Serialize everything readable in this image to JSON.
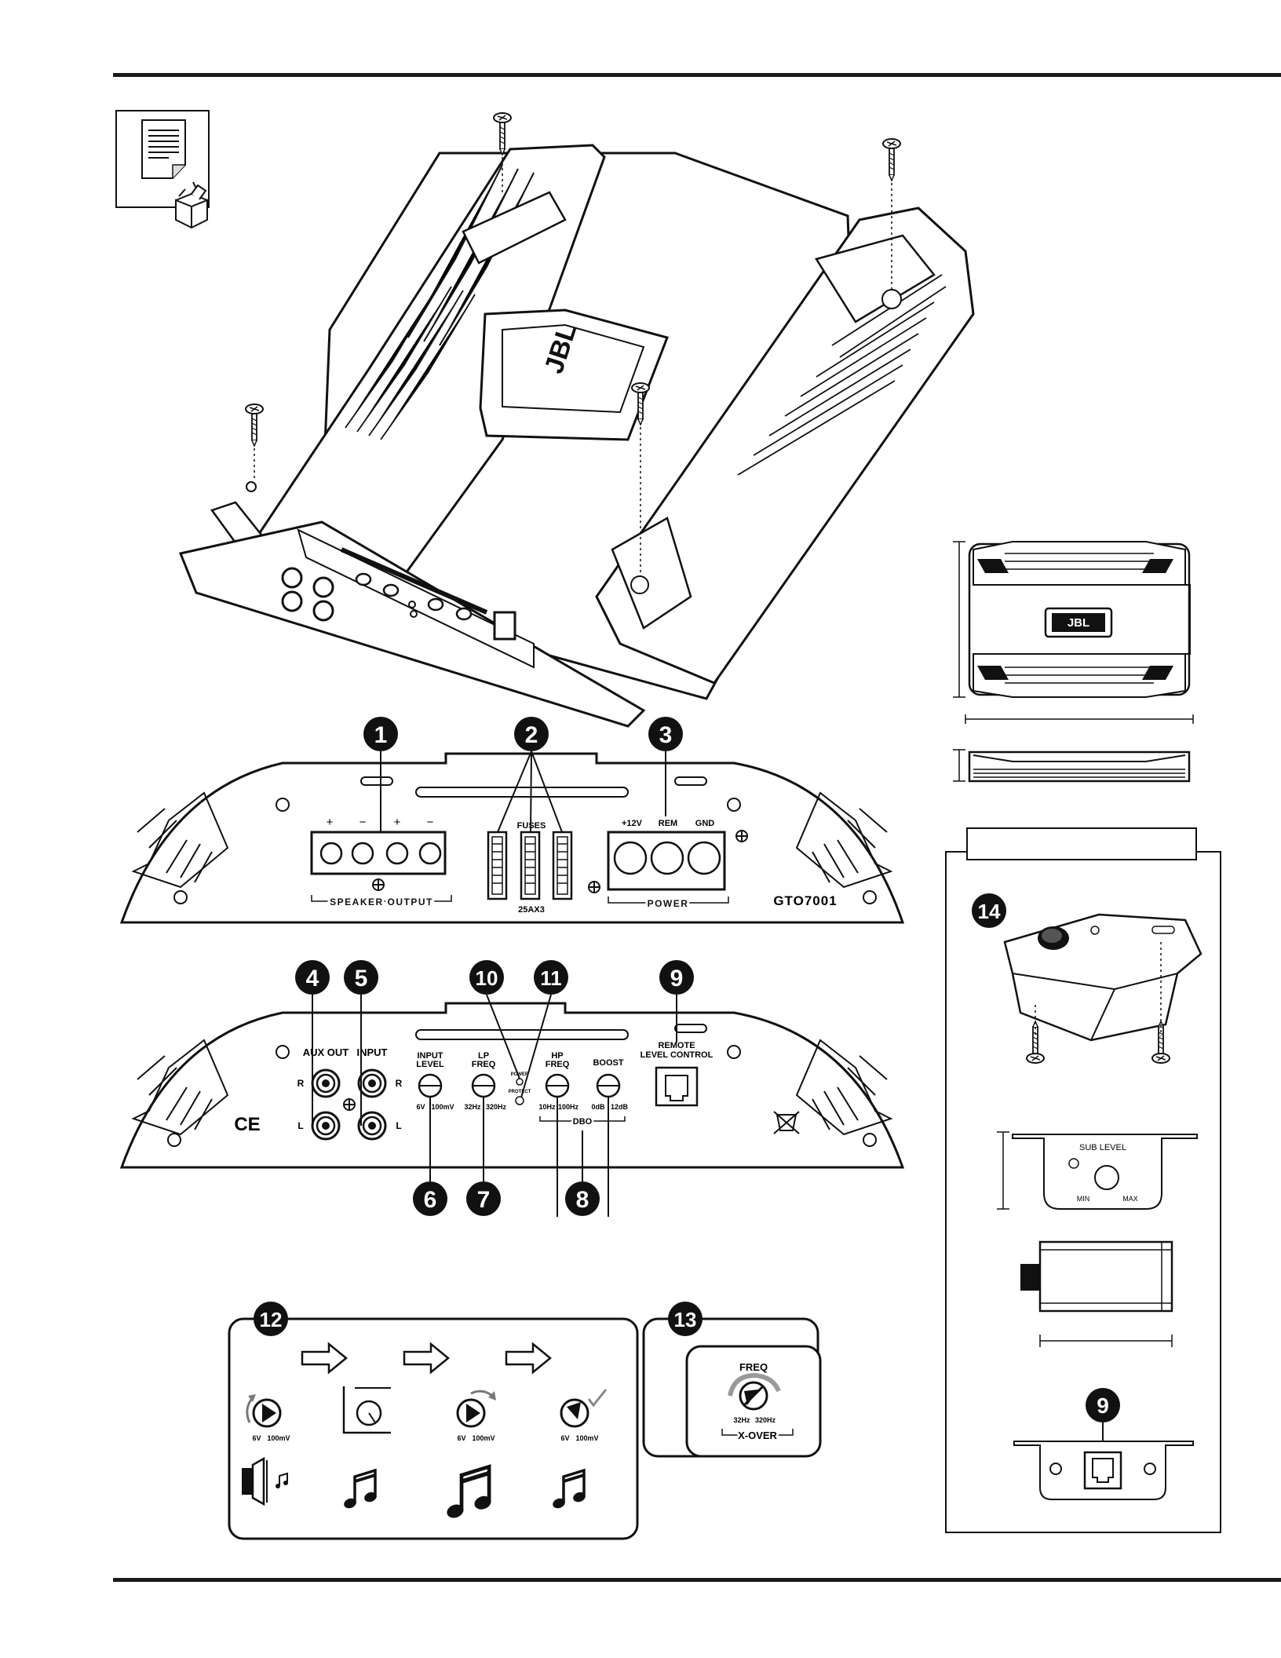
{
  "page": {
    "model": "GTO7001",
    "brand": "JBL"
  },
  "front_panel": {
    "terminal_polarity": [
      "+",
      "−",
      "+",
      "−"
    ],
    "speaker_output_label": "SPEAKER OUTPUT",
    "fuses_label": "FUSES",
    "fuse_rating": "25AX3",
    "power_terminals": [
      "+12V",
      "REM",
      "GND"
    ],
    "power_label": "POWER"
  },
  "rear_panel": {
    "aux_out_label": "AUX OUT",
    "input_label": "INPUT",
    "channel_r": "R",
    "channel_l": "L",
    "input_level": {
      "label_line1": "INPUT",
      "label_line2": "LEVEL",
      "min": "6V",
      "max": "100mV"
    },
    "lp_freq": {
      "label_line1": "LP",
      "label_line2": "FREQ",
      "min": "32Hz",
      "max": "320Hz"
    },
    "power_led_label": "POWER",
    "protect_led_label": "PROTECT",
    "hp_freq": {
      "label_line1": "HP",
      "label_line2": "FREQ",
      "min": "10Hz",
      "max": "100Hz"
    },
    "boost": {
      "label": "BOOST",
      "min": "0dB",
      "max": "12dB"
    },
    "dbo_label": "DBO",
    "remote_label_line1": "REMOTE",
    "remote_label_line2": "LEVEL CONTROL",
    "ce_mark": "CE"
  },
  "callouts": {
    "c1": "1",
    "c2": "2",
    "c3": "3",
    "c4": "4",
    "c5": "5",
    "c6": "6",
    "c7": "7",
    "c8": "8",
    "c9": "9",
    "c10": "10",
    "c11": "11",
    "c12": "12",
    "c13": "13",
    "c14": "14",
    "c9b": "9"
  },
  "panel12": {
    "knob_min": "6V",
    "knob_max": "100mV"
  },
  "panel13": {
    "freq_label": "FREQ",
    "min": "32Hz",
    "max": "320Hz",
    "xover_label": "X-OVER"
  },
  "remote_module": {
    "sub_level_label": "SUB LEVEL",
    "min_label": "MIN",
    "max_label": "MAX"
  },
  "icons": [
    "manual-icon",
    "box-icon",
    "screw-icon",
    "arrow-right-icon",
    "music-note-icon",
    "speaker-icon",
    "checkmark-icon",
    "ground-symbol-icon",
    "weee-bin-icon"
  ]
}
